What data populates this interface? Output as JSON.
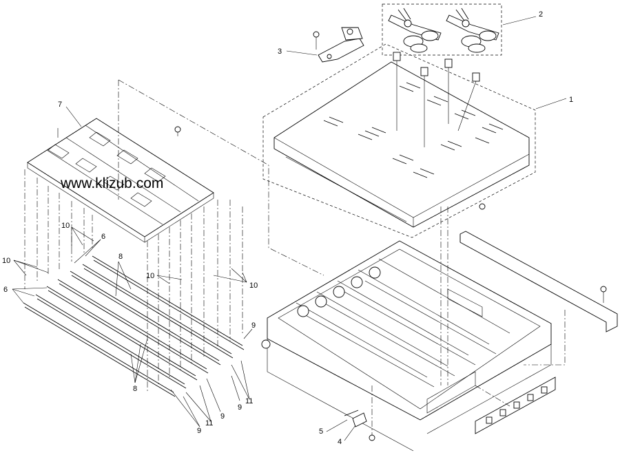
{
  "watermark": "www.klizub.com",
  "callouts": {
    "c1": "1",
    "c2": "2",
    "c3": "3",
    "c4": "4",
    "c5": "5",
    "c6a": "6",
    "c6b": "6",
    "c7": "7",
    "c8a": "8",
    "c8b": "8",
    "c9a": "9",
    "c9b": "9",
    "c9c": "9",
    "c9d": "9",
    "c10a": "10",
    "c10b": "10",
    "c10c": "10",
    "c10d": "10",
    "c11a": "11",
    "c11b": "11"
  }
}
